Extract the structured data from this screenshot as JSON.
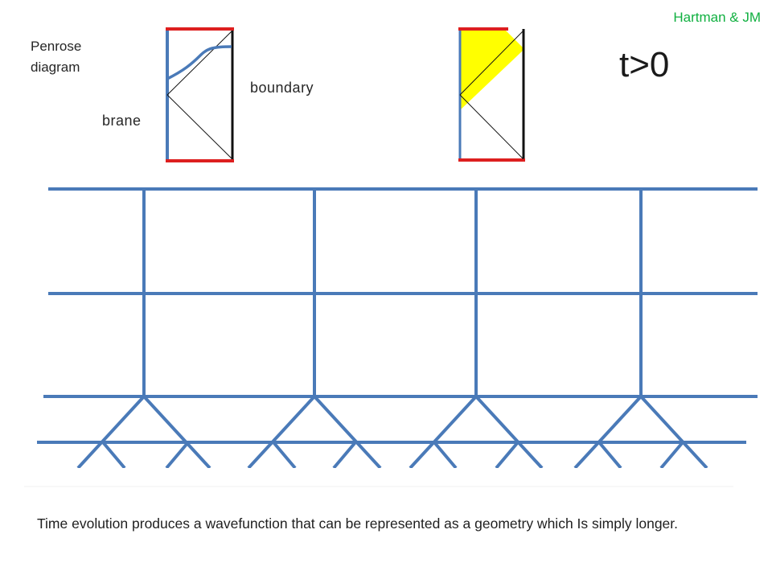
{
  "credit": "Hartman & JM",
  "labels": {
    "penrose": "Penrose diagram",
    "boundary": "boundary",
    "brane": "brane",
    "time": "t>0"
  },
  "caption": "Time evolution produces a wavefunction that can be represented as  a geometry which Is simply longer.",
  "colors": {
    "network": "#4a7ab8",
    "boundary_edge": "#dd1f1f",
    "highlight": "#ffff00",
    "credit": "#10b040"
  }
}
